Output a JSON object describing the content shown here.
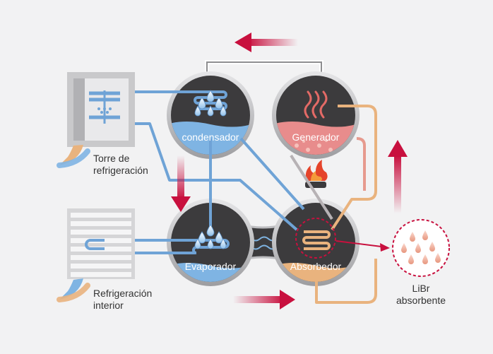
{
  "labels": {
    "condenser": "condensador",
    "generator": "Generador",
    "evaporator": "Evaporador",
    "absorber": "Absorbedor",
    "cooling_tower_line1": "Torre de",
    "cooling_tower_line2": "refrigeración",
    "indoor_line1": "Refrigeración",
    "indoor_line2": "interior",
    "libr_line1": "LiBr",
    "libr_line2": "absorbente"
  },
  "colors": {
    "background": "#f2f2f3",
    "vessel_dark": "#3c3b3d",
    "vessel_rim": "#c9c9cb",
    "water_blue": "#7fb4e3",
    "pipe_blue": "#6fa3d6",
    "solution_pink": "#e88c8c",
    "pipe_orange": "#e9b37e",
    "arrow_red": "#c8103e",
    "flame_red": "#e5442b",
    "flame_orange": "#f49a3a"
  },
  "icons": [
    "arrow-left-icon",
    "arrow-down-icon",
    "arrow-up-icon",
    "arrow-right-icon",
    "flame-icon",
    "water-drops-icon",
    "heat-waves-icon",
    "cooling-tower-icon",
    "indoor-unit-icon"
  ]
}
